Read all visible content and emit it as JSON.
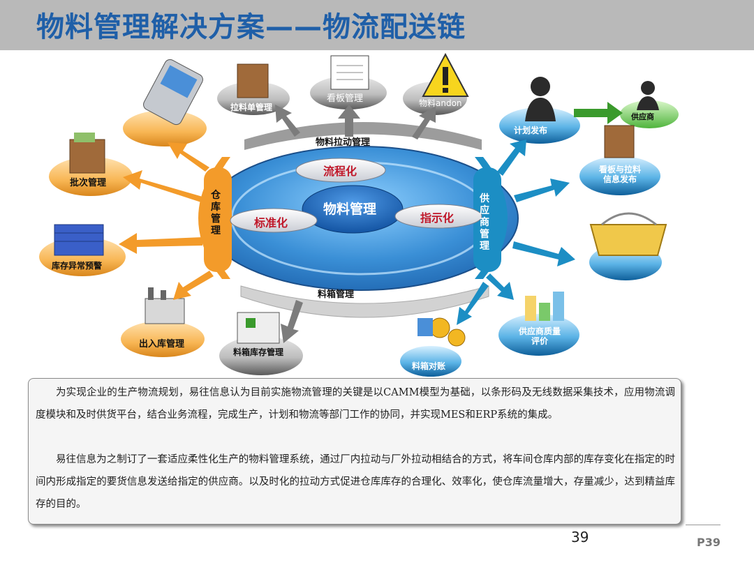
{
  "title": "物料管理解决方案——物流配送链",
  "center": {
    "core": "物料管理",
    "pill_top": "流程化",
    "pill_left": "标准化",
    "pill_right": "指示化",
    "arc_top": "物料拉动管理",
    "arc_bottom": "料箱管理",
    "left_band": "仓库管理",
    "right_band": "供应商管理"
  },
  "nodes": {
    "pull_list": "拉料单管理",
    "kanban": "看板管理",
    "andon": "物料andon",
    "batch": "批次管理",
    "inventory_exception": "库存异常预警",
    "in_out": "出入库管理",
    "store": "料箱库存管理",
    "bin_reconcile": "料箱对账",
    "plan_release": "计划发布",
    "supplier": "供应商",
    "kanban_pull_info": "看板与拉料信息发布",
    "supplier_quality": "供应商质量评价"
  },
  "paragraphs": [
    "为实现企业的生产物流规划，易往信息认为目前实施物流管理的关键是以CAMM模型为基础，以条形码及无线数据采集技术，应用物流调度模块和及时供货平台，结合业务流程，完成生产，计划和物流等部门工作的协同，并实现MES和ERP系统的集成。",
    "易往信息为之制订了一套适应柔性化生产的物料管理系统，通过厂内拉动与厂外拉动相结合的方式，将车间仓库内部的库存变化在指定的时间内形成指定的要货信息发送给指定的供应商。以及时化的拉动方式促进仓库库存的合理化、效率化，使仓库流量增大，存量减少，达到精益库存的目的。"
  ],
  "page_number": "39",
  "page_tag": "P39",
  "colors": {
    "title_blue": "#1f5fa8",
    "ellipse_blue": "#3a8fd6",
    "core_blue": "#1a5fb0",
    "orange": "#f39b2a",
    "teal": "#1c8ec4",
    "green_arrow": "#3a9a2c",
    "pill_red": "#c0182a"
  }
}
